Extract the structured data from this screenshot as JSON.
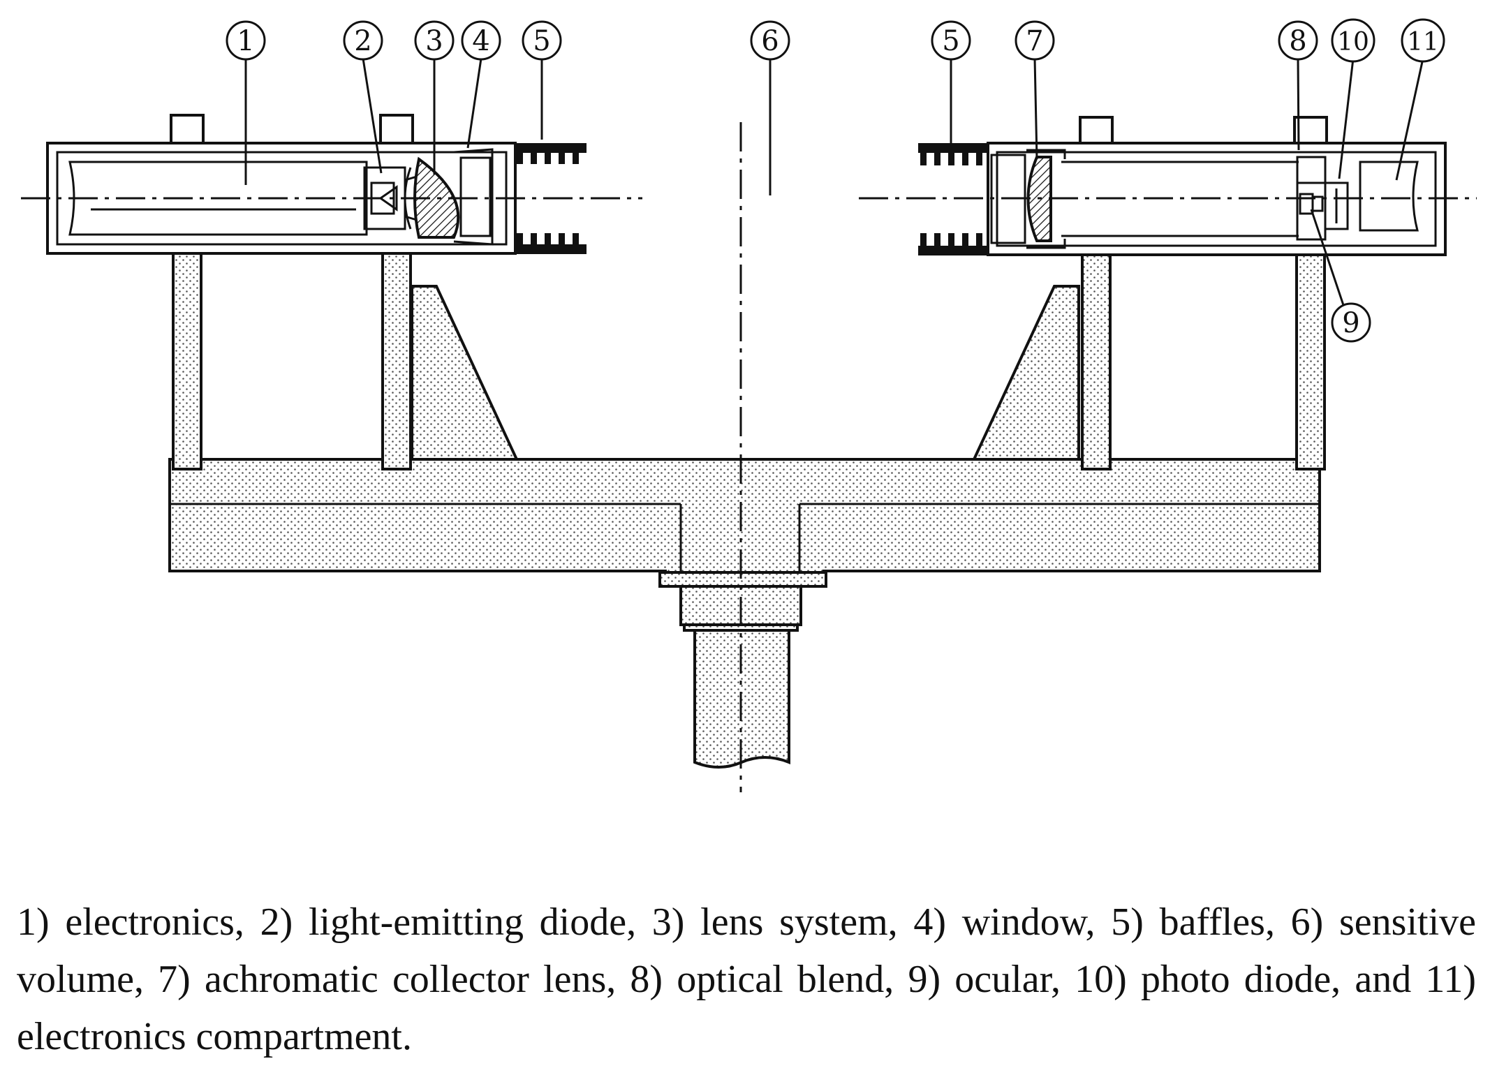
{
  "callouts": {
    "c1": "1",
    "c2": "2",
    "c3": "3",
    "c4": "4",
    "c5a": "5",
    "c6": "6",
    "c5b": "5",
    "c7": "7",
    "c8": "8",
    "c10": "10",
    "c11": "11",
    "c9": "9"
  },
  "caption": "1) electronics, 2) light-emitting diode, 3) lens system, 4) window, 5) baffles, 6) sensitive volume, 7) achromatic collector lens, 8) optical blend, 9) ocular, 10) photo diode, and 11) electronics compartment.",
  "colors": {
    "ink": "#111111",
    "stipple": "#555555",
    "background": "#ffffff"
  }
}
